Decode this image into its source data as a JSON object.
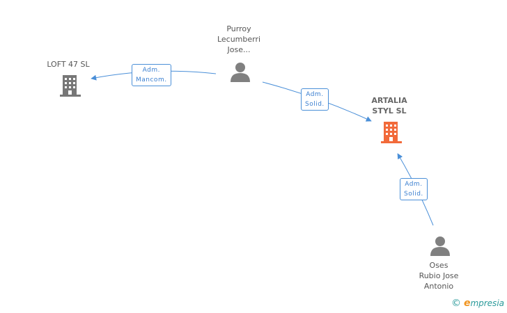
{
  "nodes": {
    "loft": {
      "label_lines": [
        "LOFT 47 SL"
      ],
      "kind": "company"
    },
    "purroy": {
      "label_lines": [
        "Purroy",
        "Lecumberri",
        "Jose..."
      ],
      "kind": "person"
    },
    "artalia": {
      "label_lines": [
        "ARTALIA",
        "STYL SL"
      ],
      "kind": "company-main"
    },
    "oses": {
      "label_lines": [
        "Oses",
        "Rubio Jose",
        "Antonio"
      ],
      "kind": "person"
    }
  },
  "edges": {
    "purroy_loft": {
      "lines": [
        "Adm.",
        "Mancom."
      ]
    },
    "purroy_artalia": {
      "lines": [
        "Adm.",
        "Solid."
      ]
    },
    "oses_artalia": {
      "lines": [
        "Adm.",
        "Solid."
      ]
    }
  },
  "colors": {
    "company": "#777777",
    "company_main": "#f26a3a",
    "person": "#808080",
    "edge": "#4a8fd8"
  },
  "brand": {
    "copyright": "©",
    "first_letter": "e",
    "rest": "mpresia"
  }
}
